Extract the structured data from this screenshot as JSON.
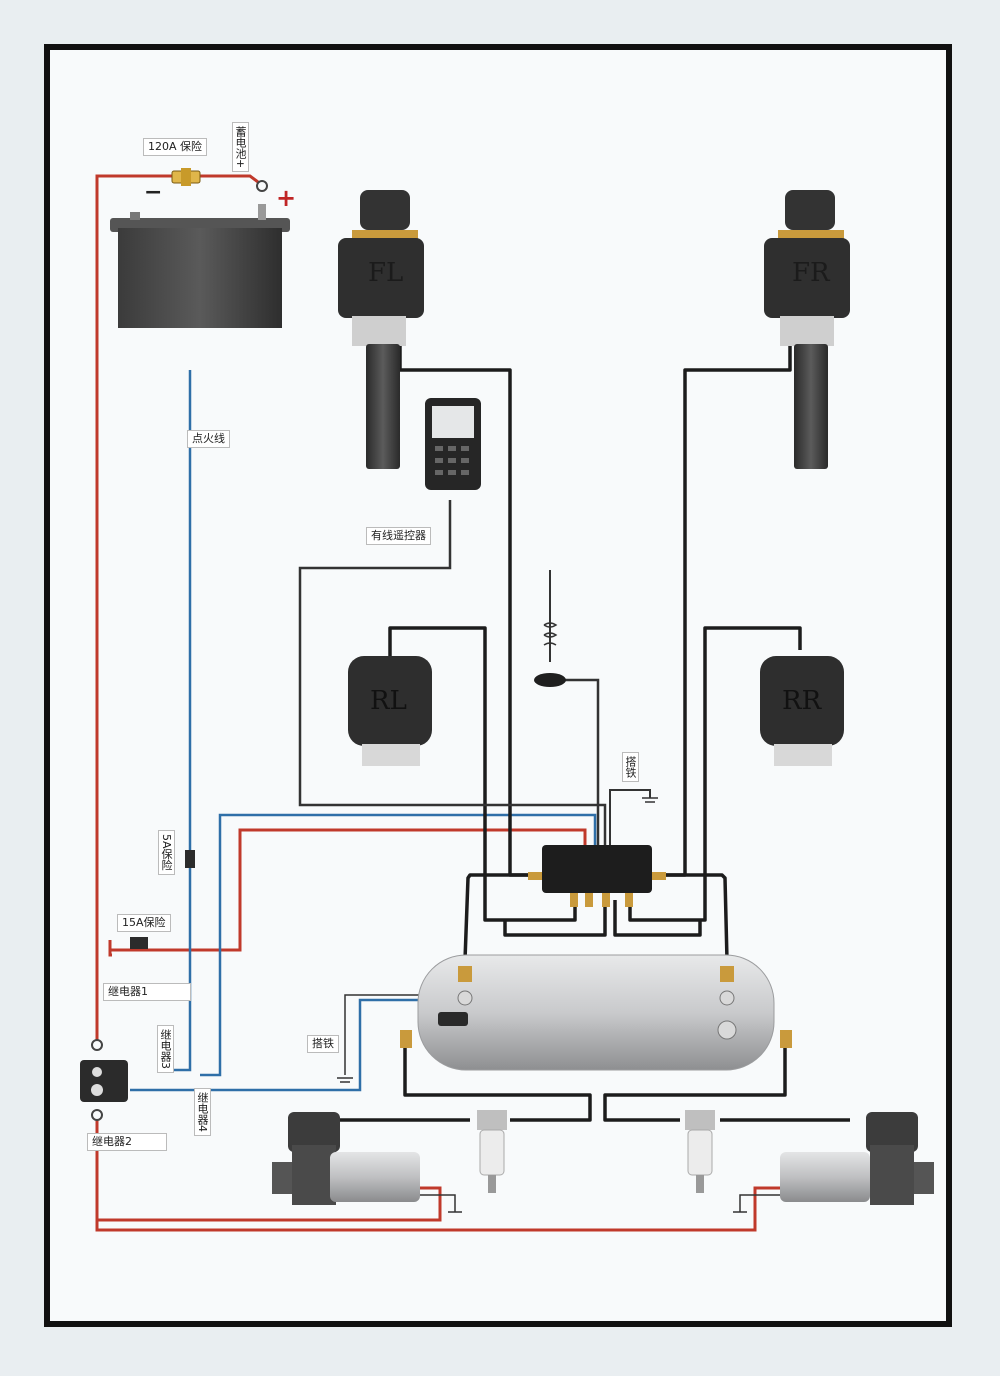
{
  "labels": {
    "fuse_120a": "120A 保险",
    "battery_pos": "蓄电池+",
    "ignition": "点火线",
    "wired_remote": "有线遥控器",
    "ground_top": "搭铁",
    "fuse_5a": "5A保险",
    "fuse_15a": "15A保险",
    "relay1": "继电器1",
    "relay3": "继电器3",
    "relay4": "继电器4",
    "relay2": "继电器2",
    "ground_tank": "搭铁"
  },
  "air_bags": {
    "fl": "FL",
    "fr": "FR",
    "rl": "RL",
    "rr": "RR"
  },
  "battery": {
    "plus": "+",
    "minus": "−"
  },
  "colors": {
    "power": "#c0392b",
    "signal": "#2f6fa8",
    "air": "#1c1c1c"
  }
}
